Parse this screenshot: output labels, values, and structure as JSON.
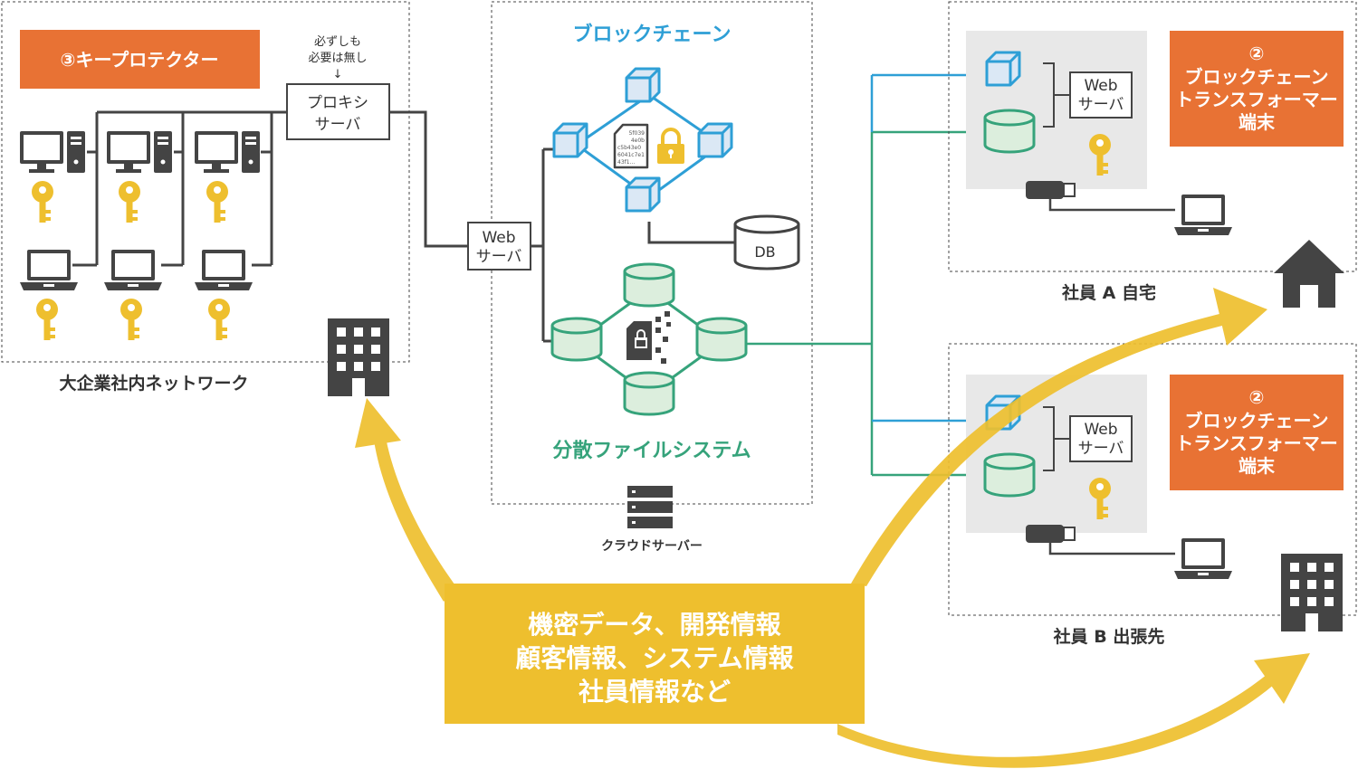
{
  "colors": {
    "orange": "#e87234",
    "blue": "#2e9fd6",
    "green": "#36a37b",
    "yellow": "#eebf2e",
    "dark": "#444444",
    "gray_panel": "#e8e8e8"
  },
  "corporate": {
    "title": "③キープロテクター",
    "note_line1": "必ずしも",
    "note_line2": "必要は無し",
    "note_arrow": "↓",
    "proxy_line1": "プロキシ",
    "proxy_line2": "サーバ",
    "network_label": "大企業社内ネットワーク"
  },
  "cloud": {
    "blockchain_title": "ブロックチェーン",
    "doc_text": [
      "5f039",
      "4e0b",
      "c5b43e0",
      "6041c7e1",
      "43f1…"
    ],
    "web_line1": "Web",
    "web_line2": "サーバ",
    "db_label": "DB",
    "dfs_title": "分散ファイルシステム",
    "server_label": "クラウドサーバー"
  },
  "site_a": {
    "web_line1": "Web",
    "web_line2": "サーバ",
    "badge_num": "②",
    "badge_line1": "ブロックチェーン",
    "badge_line2": "トランスフォーマー",
    "badge_line3": "端末",
    "label": "社員 A 自宅"
  },
  "site_b": {
    "web_line1": "Web",
    "web_line2": "サーバ",
    "badge_num": "②",
    "badge_line1": "ブロックチェーン",
    "badge_line2": "トランスフォーマー",
    "badge_line3": "端末",
    "label": "社員 B 出張先"
  },
  "data_box": {
    "line1": "機密データ、開発情報",
    "line2": "顧客情報、システム情報",
    "line3": "社員情報など"
  }
}
